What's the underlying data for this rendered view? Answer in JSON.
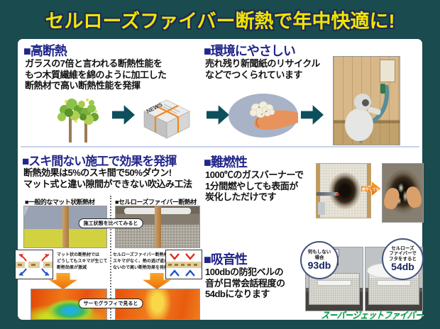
{
  "title": "セルローズファイバー断熱で年中快適に!",
  "logo": "スーパージェットファイバー",
  "colors": {
    "background": "#1a4b4f",
    "title_yellow": "#f2e400",
    "heading_navy": "#22268a",
    "arrow_teal": "#0d4f5c",
    "arrow_orange": "#f07818",
    "logo_green": "#009a44"
  },
  "sections": {
    "high_insulation": {
      "heading": "■高断熱",
      "lines": [
        "ガラスの7倍と言われる断熱性能を",
        "もつ木質繊維を綿のように加工した",
        "断熱材で高い断熱性能を発揮"
      ]
    },
    "eco_friendly": {
      "heading": "■環境にやさしい",
      "lines": [
        "売れ残り新聞紙のリサイクル",
        "などでつくられています"
      ]
    },
    "process": {
      "news_label": "NEWS"
    },
    "seamless": {
      "heading": "■スキ間ない施工で効果を発揮",
      "lines": [
        "断熱効果は5%のスキ間で50%ダウン!",
        "マット式と違い隙間ができない吹込み工法"
      ],
      "left_label": "■一般的なマット状断熱材",
      "right_label": "■セルローズファイバー断熱材",
      "compare_badge": "施工状態を比べてみると",
      "thermo_badge": "サーモグラフィで見ると",
      "left_note_lines": [
        "マット状の断熱材では",
        "どうしてもスキマが生じて",
        "断熱効果が激減"
      ],
      "right_note_lines": [
        "セルローズファイバー断熱材は",
        "スキマがなく、熱の逃げ道が",
        "ないので高い断熱効果を発揮"
      ]
    },
    "flame_resistance": {
      "heading": "■難燃性",
      "lines": [
        "1000℃のガスバーナーで",
        "1分間燃やしても表面が",
        "炭化しただけです"
      ],
      "arrow_lines": [
        "1分間",
        "燃やしても→"
      ]
    },
    "sound_absorption": {
      "heading": "■吸音性",
      "lines": [
        "100dbの防犯ベルの",
        "音が日常会話程度の",
        "54dbになります"
      ],
      "bubble_no_cover": {
        "lines": [
          "何もしない",
          "場合"
        ],
        "value": "93db"
      },
      "bubble_covered": {
        "lines": [
          "セルローズ",
          "ファイバーで",
          "フタをすると"
        ],
        "value": "54db"
      }
    }
  }
}
